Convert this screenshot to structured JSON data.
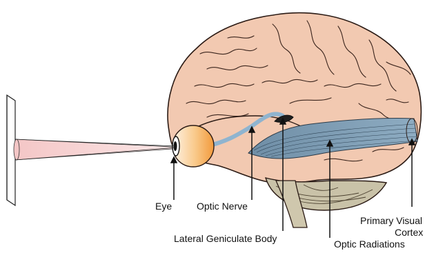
{
  "labels": {
    "eye": "Eye",
    "optic_nerve": "Optic Nerve",
    "lateral_geniculate_body": "Lateral Geniculate Body",
    "optic_radiations": "Optic Radiations",
    "primary_visual_1": "Primary Visual",
    "primary_visual_2": "Cortex"
  },
  "colors": {
    "brain_fill": "#f2c9b1",
    "brain_stroke": "#2a1a14",
    "pathway": "#8fb4cf",
    "radiations": "#7f9fb6",
    "cerebellum": "#c9c2a8",
    "eye_fill": "#f7b36a",
    "light_beam": "#f0c8c8"
  }
}
